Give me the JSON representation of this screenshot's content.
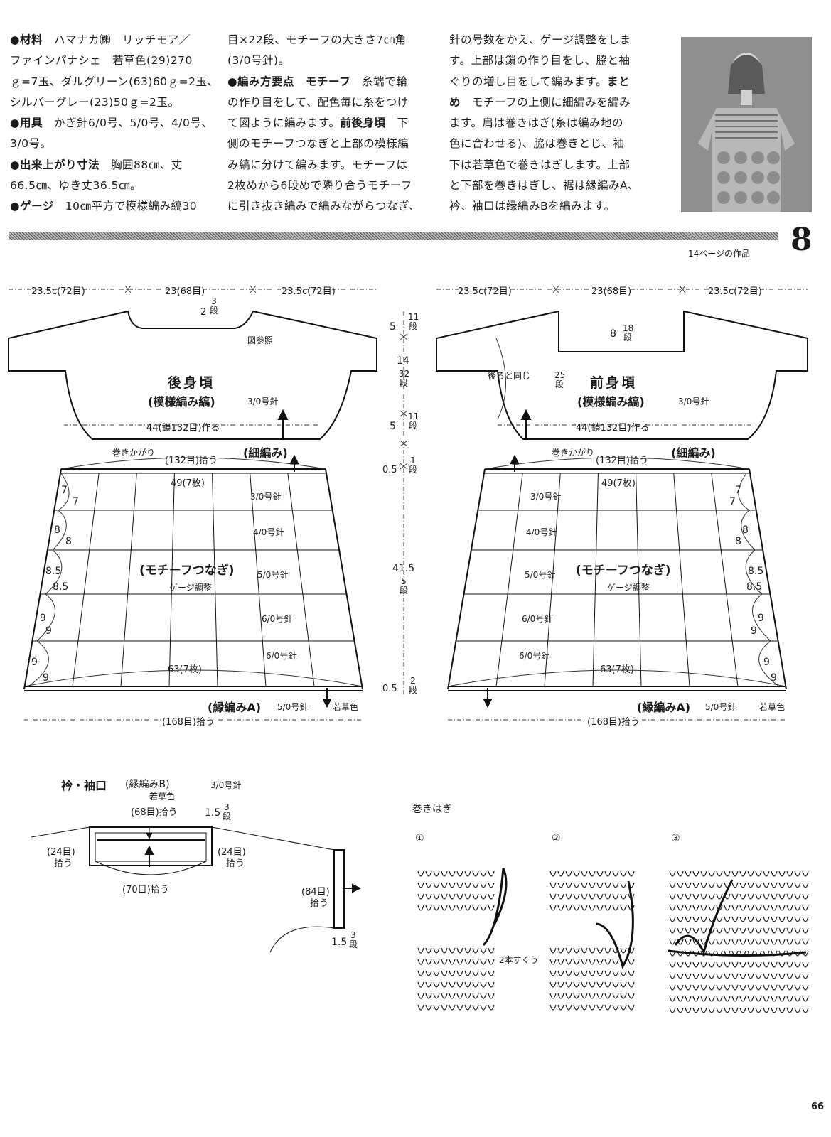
{
  "text_columns": [
    [
      [
        {
          "t": "●材料",
          "b": true
        },
        {
          "t": "　ハマナカ㈱　リッチモア／"
        }
      ],
      [
        {
          "t": "ファインパナシェ　若草色(29)270"
        }
      ],
      [
        {
          "t": "ｇ=7玉、ダルグリーン(63)60ｇ=2玉、"
        }
      ],
      [
        {
          "t": "シルバーグレー(23)50ｇ=2玉。"
        }
      ],
      [
        {
          "t": "●用具",
          "b": true
        },
        {
          "t": "　かぎ針6/0号、5/0号、4/0号、"
        }
      ],
      [
        {
          "t": "3/0号。"
        }
      ],
      [
        {
          "t": "●出来上がり寸法",
          "b": true
        },
        {
          "t": "　胸囲88㎝、丈"
        }
      ],
      [
        {
          "t": "66.5㎝、ゆき丈36.5㎝。"
        }
      ],
      [
        {
          "t": "●ゲージ",
          "b": true
        },
        {
          "t": "　10㎝平方で模様編み縞30"
        }
      ]
    ],
    [
      [
        {
          "t": "目×22段、モチーフの大きさ7㎝角"
        }
      ],
      [
        {
          "t": "(3/0号針)。"
        }
      ],
      [
        {
          "t": "●編み方要点",
          "b": true
        },
        {
          "t": "　"
        },
        {
          "t": "モチーフ",
          "b": true
        },
        {
          "t": "　糸端で輪"
        }
      ],
      [
        {
          "t": "の作り目をして、配色毎に糸をつけ"
        }
      ],
      [
        {
          "t": "て図ように編みます。"
        },
        {
          "t": "前後身頃",
          "b": true
        },
        {
          "t": "　下"
        }
      ],
      [
        {
          "t": "側のモチーフつなぎと上部の模様編"
        }
      ],
      [
        {
          "t": "み縞に分けて編みます。モチーフは"
        }
      ],
      [
        {
          "t": "2枚めから6段めで隣り合うモチーフ"
        }
      ],
      [
        {
          "t": "に引き抜き編みで編みながらつなぎ、"
        }
      ]
    ],
    [
      [
        {
          "t": "針の号数をかえ、ゲージ調整をしま"
        }
      ],
      [
        {
          "t": "す。上部は鎖の作り目をし、脇と袖"
        }
      ],
      [
        {
          "t": "ぐりの増し目をして編みます。"
        },
        {
          "t": "まと",
          "b": true
        }
      ],
      [
        {
          "t": "め",
          "b": true
        },
        {
          "t": "　モチーフの上側に細編みを編み"
        }
      ],
      [
        {
          "t": "ます。肩は巻きはぎ(糸は編み地の"
        }
      ],
      [
        {
          "t": "色に合わせる)、脇は巻きとじ、袖"
        }
      ],
      [
        {
          "t": "下は若草色で巻きはぎします。上部"
        }
      ],
      [
        {
          "t": "と下部を巻きはぎし、裾は縁編みA、"
        }
      ],
      [
        {
          "t": "衿、袖口は縁編みBを編みます。"
        }
      ]
    ]
  ],
  "page_number": "8",
  "page_ref": "14ページの作品",
  "folio": "66",
  "back": {
    "top_left": "23.5c(72目)",
    "top_mid": "23(68目)",
    "top_right": "23.5c(72目)",
    "neck_depth": "2",
    "neck_rows": "3段",
    "see_figure": "図参照",
    "title": "後身頃",
    "subtitle": "(模様編み縞)",
    "needle_top": "3/0号針",
    "chain": "44(鎖132目)作る",
    "overcast": "巻きかがり",
    "pickup_132": "(132目)拾う",
    "sc": "(細編み)",
    "motif_count_top": "49(7枚)",
    "motif_count_bottom": "63(7枚)",
    "joining": "(モチーフつなぎ)",
    "gauge_adjust": "ゲージ調整",
    "needles": [
      "3/0号針",
      "4/0号針",
      "5/0号針",
      "6/0号針",
      "6/0号針"
    ],
    "side_outer": [
      "7",
      "8",
      "8.5",
      "9",
      "9"
    ],
    "side_inner": [
      "7",
      "8",
      "8.5",
      "9",
      "9"
    ],
    "edging": "(縁編みA)",
    "edging_needle": "5/0号針",
    "edging_color": "若草色",
    "pickup_168": "(168目)拾う"
  },
  "center": {
    "shoulder": "5",
    "shoulder_rows": "11段",
    "body": "14",
    "body_rows": "32段",
    "armhole": "5",
    "armhole_rows": "11段",
    "sc": "0.5",
    "sc_rows": "1段",
    "motif": "41.5",
    "motif_rows": "5段",
    "edge": "0.5",
    "edge_rows": "2段"
  },
  "front": {
    "top_left": "23.5c(72目)",
    "top_mid": "23(68目)",
    "top_right": "23.5c(72目)",
    "neck_depth": "8",
    "neck_rows": "18段",
    "front_rows": "25段",
    "same_as_back": "後ろと同じ",
    "title": "前身頃",
    "subtitle": "(模様編み縞)",
    "needle_top": "3/0号針",
    "chain": "44(鎖132目)作る",
    "overcast": "巻きかがり",
    "pickup_132": "(132目)拾う",
    "sc": "(細編み)",
    "motif_count_top": "49(7枚)",
    "motif_count_bottom": "63(7枚)",
    "joining": "(モチーフつなぎ)",
    "gauge_adjust": "ゲージ調整",
    "needles": [
      "3/0号針",
      "4/0号針",
      "5/0号針",
      "6/0号針",
      "6/0号針"
    ],
    "side_outer": [
      "7",
      "8",
      "8.5",
      "9",
      "9"
    ],
    "side_inner": [
      "7",
      "8",
      "8.5",
      "9",
      "9"
    ],
    "edging": "(縁編みA)",
    "edging_needle": "5/0号針",
    "edging_color": "若草色",
    "pickup_168": "(168目)拾う"
  },
  "collar": {
    "title": "衿・袖口",
    "title_sub": "(縁編みB)",
    "needle": "3/0号針",
    "color": "若草色",
    "pickup_68": "(68目)拾う",
    "depth": "1.5",
    "depth_rows": "3段",
    "left_24": "(24目)",
    "left_24b": "拾う",
    "right_24": "(24目)",
    "right_24b": "拾う",
    "pickup_70": "(70目)拾う",
    "cuff_84": "(84目)",
    "cuff_84b": "拾う",
    "cuff_depth": "1.5",
    "cuff_rows": "3段"
  },
  "whip": {
    "title": "巻きはぎ",
    "step1": "①",
    "step2": "②",
    "step3": "③",
    "two_strands": "2本すくう"
  }
}
